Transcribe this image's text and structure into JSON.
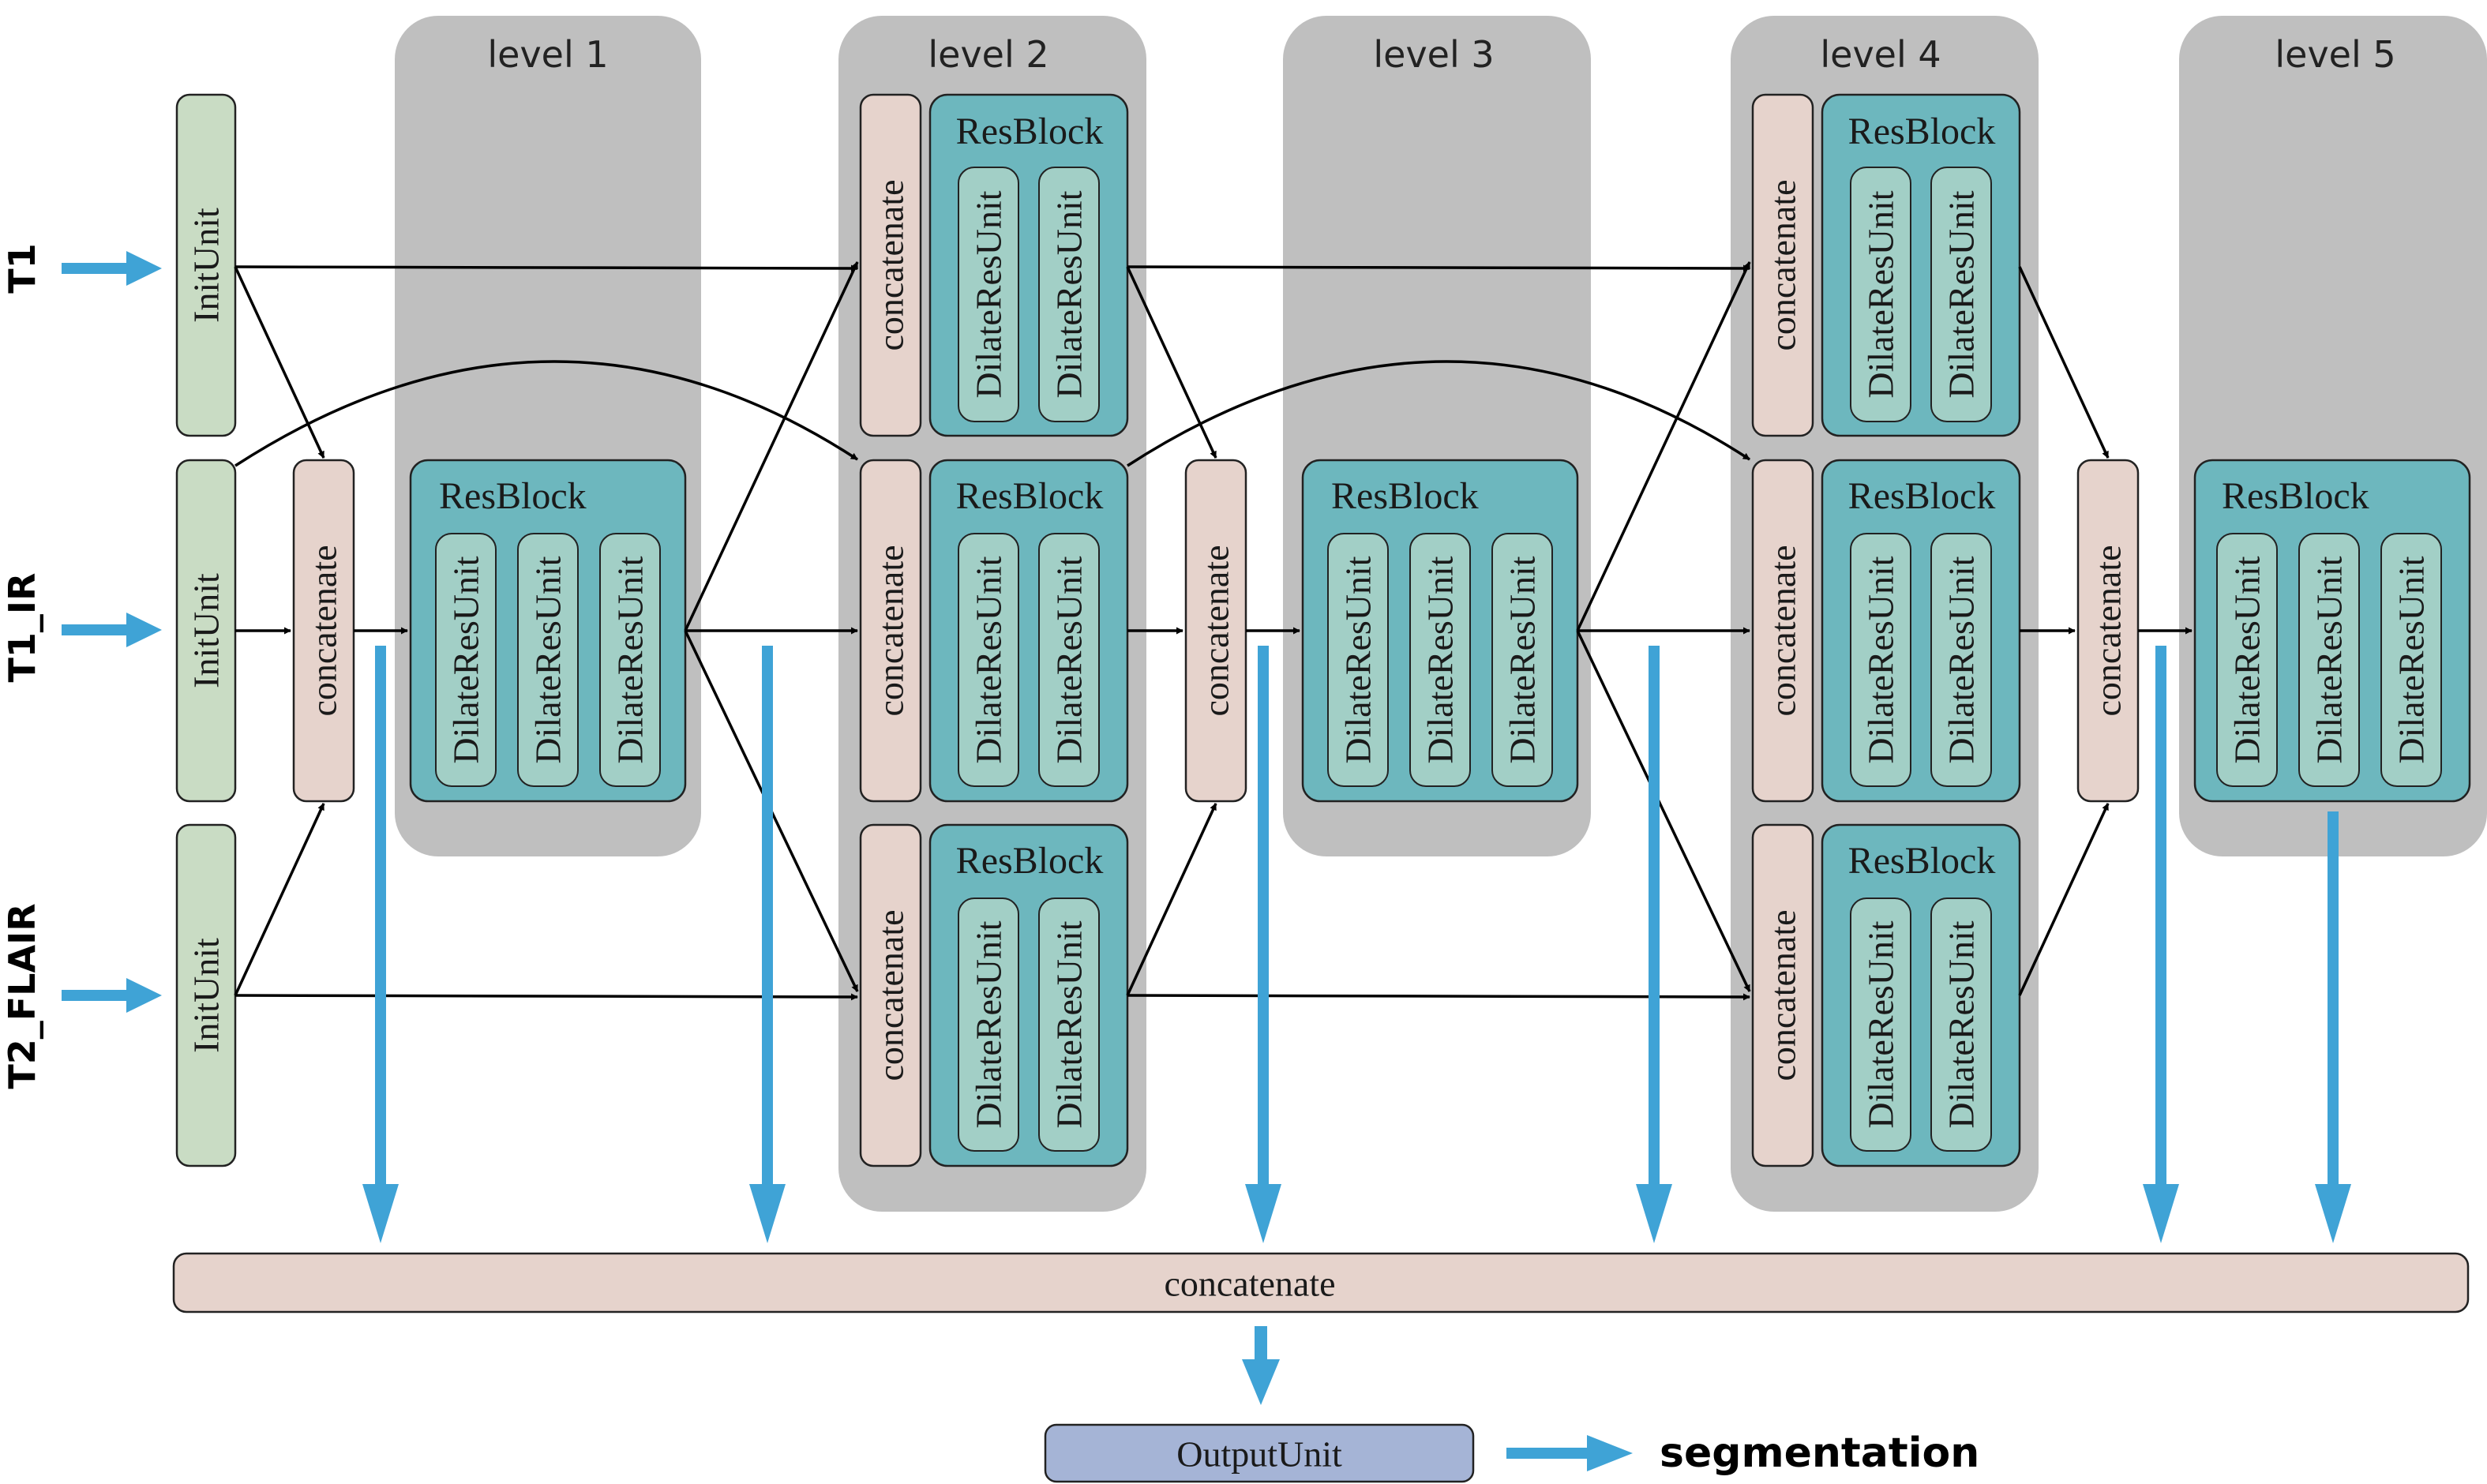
{
  "inputs": [
    "T1",
    "T1_IR",
    "T2_FLAIR"
  ],
  "levels": [
    "level 1",
    "level 2",
    "level 3",
    "level 4",
    "level 5"
  ],
  "init_unit": "InitUnit",
  "concatenate": "concatenate",
  "resblock": "ResBlock",
  "dilate_res_unit": "DilateResUnit",
  "output_unit": "OutputUnit",
  "output_label": "segmentation",
  "colors": {
    "level_bg": "#bfbfbf",
    "init_fill": "#c9dcc4",
    "concat_fill": "#e6d3cc",
    "resblock_fill": "#6db7be",
    "dilate_fill": "#a2cfc6",
    "output_fill": "#a5b4d6",
    "flow_arrow": "#3fa3d6",
    "connector": "#000000"
  }
}
